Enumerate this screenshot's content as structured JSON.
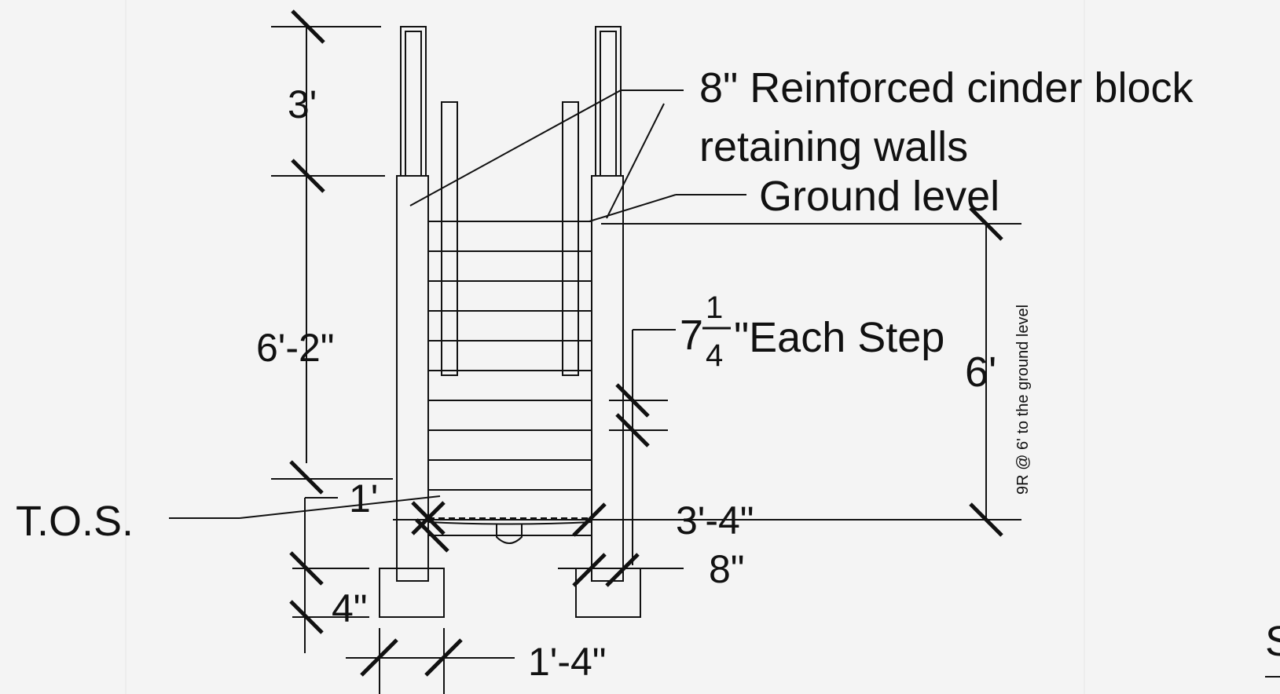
{
  "dimensions": {
    "top_wall_height": "3'",
    "wall_height": "6'-2\"",
    "footing_offset": "1'",
    "footing_depth": "4\"",
    "footing_width": "1'-4\"",
    "stair_width": "3'-4\"",
    "wall_thickness": "8\"",
    "total_rise": "6'"
  },
  "labels": {
    "retaining_wall_line1": "8\" Reinforced cinder block",
    "retaining_wall_line2": "retaining walls",
    "ground_level": "Ground level",
    "tos": "T.O.S.",
    "step_whole": "7",
    "step_num": "1",
    "step_den": "4",
    "step_suffix": "\"Each Step",
    "riser_note": "9R @ 6' to the ground level",
    "edge_fragment": "S"
  }
}
